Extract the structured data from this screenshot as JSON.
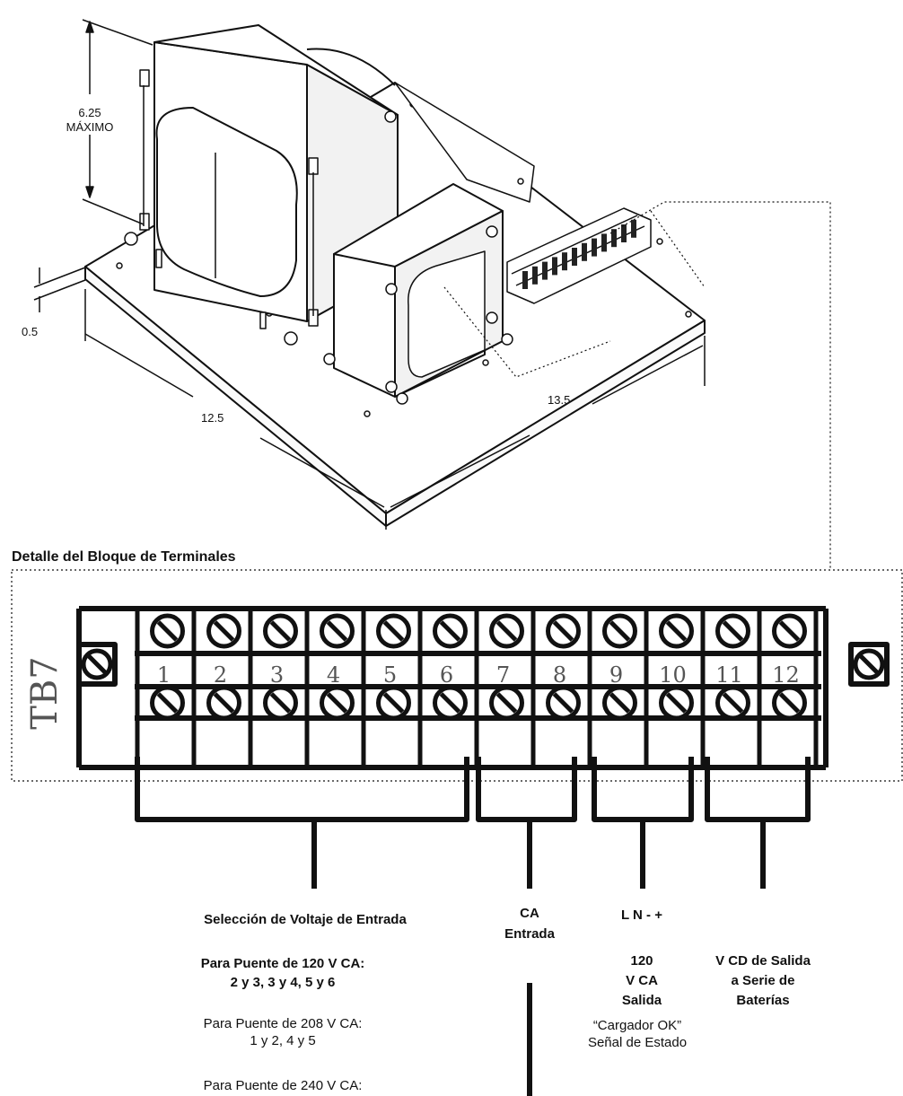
{
  "dimensions": {
    "height_value": "6.25",
    "height_note": "MÁXIMO",
    "base_thickness": "0.5",
    "depth": "12.5",
    "width": "13.5"
  },
  "detail_title": "Detalle del Bloque de Terminales",
  "terminal_block": {
    "label": "TB7",
    "terminals": [
      "1",
      "2",
      "3",
      "4",
      "5",
      "6",
      "7",
      "8",
      "9",
      "10",
      "11",
      "12"
    ]
  },
  "groups": {
    "input_selection": {
      "title": "Selección de Voltaje de Entrada",
      "bridge_120_title": "Para Puente de 120 V CA:",
      "bridge_120_pairs": "2 y 3, 3 y 4, 5 y 6",
      "bridge_208_title": "Para Puente de 208 V CA:",
      "bridge_208_pairs": "1 y 2, 4 y 5",
      "bridge_240_title": "Para Puente de 240 V CA:"
    },
    "ac_input": {
      "line1": "CA",
      "line2": "Entrada"
    },
    "ac_output": {
      "polarity": "L N - +",
      "line1": "120",
      "line2": "V CA",
      "line3": "Salida",
      "status_line1": "“Cargador OK”",
      "status_line2": "Señal de Estado"
    },
    "dc_output": {
      "line1": "V CD de Salida",
      "line2": "a Serie de",
      "line3": "Baterías"
    }
  }
}
